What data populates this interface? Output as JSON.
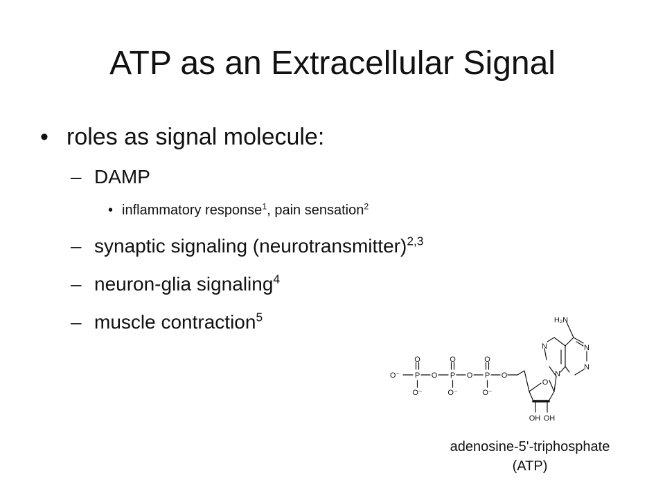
{
  "slide": {
    "title": "ATP as an Extracellular Signal",
    "bullets": {
      "main": {
        "marker": "•",
        "text": "roles as signal molecule:"
      },
      "damp": {
        "marker": "–",
        "text": "DAMP"
      },
      "damp_sub": {
        "marker": "•",
        "item1": "inflammatory response",
        "ref1": "1",
        "separator": ", ",
        "item2": "pain sensation",
        "ref2": "2"
      },
      "synaptic": {
        "marker": "–",
        "text": "synaptic signaling (neurotransmitter)",
        "ref": "2,3"
      },
      "glia": {
        "marker": "–",
        "text": "neuron-glia signaling",
        "ref": "4"
      },
      "muscle": {
        "marker": "–",
        "text": "muscle contraction",
        "ref": "5"
      }
    }
  },
  "molecule": {
    "labels": {
      "amine": "H₂N",
      "n1": "N",
      "n3": "N",
      "n7": "N",
      "n9": "N",
      "o_ring": "O",
      "oh2": "OH",
      "oh3": "OH",
      "o_neg_left": "O⁻",
      "p1": "P",
      "p2": "P",
      "p3": "P",
      "o_bridge1": "O",
      "o_bridge2": "O",
      "o_bridge3": "O",
      "o_top1": "O",
      "o_top2": "O",
      "o_top3": "O",
      "o_bot1": "O⁻",
      "o_bot2": "O⁻",
      "o_bot3": "O⁻"
    },
    "caption_line1": "adenosine-5'-triphosphate",
    "caption_line2": "(ATP)"
  }
}
